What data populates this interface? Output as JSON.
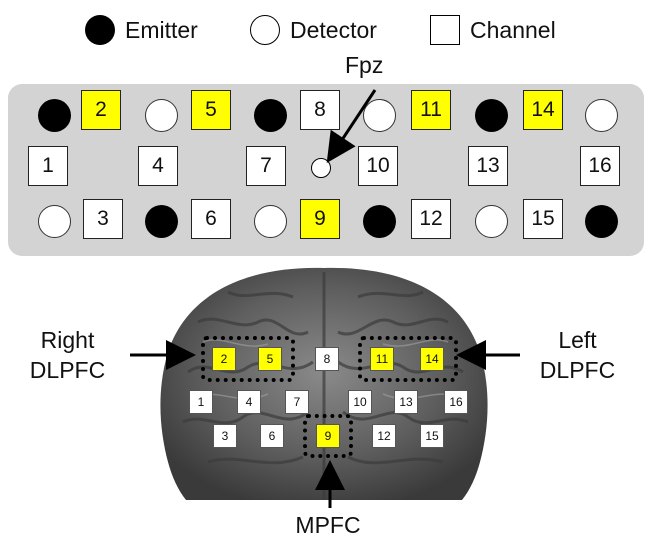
{
  "legend": {
    "emitter": "Emitter",
    "detector": "Detector",
    "channel": "Channel"
  },
  "fpz_label": "Fpz",
  "channels_top": [
    "1",
    "2",
    "3",
    "4",
    "5",
    "6",
    "7",
    "8",
    "9",
    "10",
    "11",
    "12",
    "13",
    "14",
    "15",
    "16"
  ],
  "highlighted_channels": [
    "2",
    "5",
    "9",
    "11",
    "14"
  ],
  "regions": {
    "right_dlpfc": "Right\nDLPFC",
    "left_dlpfc": "Left\nDLPFC",
    "mpfc": "MPFC"
  },
  "colors": {
    "highlight": "#ffff00",
    "panel": "#d3d3d3",
    "emitter": "#000000",
    "detector": "#ffffff"
  }
}
